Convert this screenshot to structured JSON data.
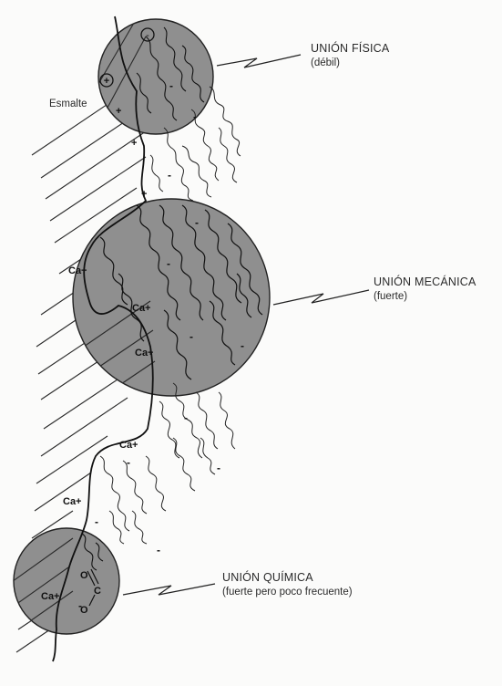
{
  "labels": {
    "esmalte": "Esmalte",
    "fisica_title": "UNIÓN FÍSICA",
    "fisica_sub": "(débil)",
    "mecanica_title": "UNIÓN MECÁNICA",
    "mecanica_sub": "(fuerte)",
    "quimica_title": "UNIÓN QUÍMICA",
    "quimica_sub": "(fuerte pero poco frecuente)"
  },
  "charges": {
    "ca_plus": "Ca+",
    "plus": "+",
    "minus": "-",
    "circled_plus": "+",
    "circled_minus": "-"
  },
  "chem": {
    "o": "O",
    "c": "C"
  },
  "colors": {
    "circle_fill": "#8f8f8f",
    "ink": "#1a1a1a",
    "paper": "#fbfbfa"
  }
}
